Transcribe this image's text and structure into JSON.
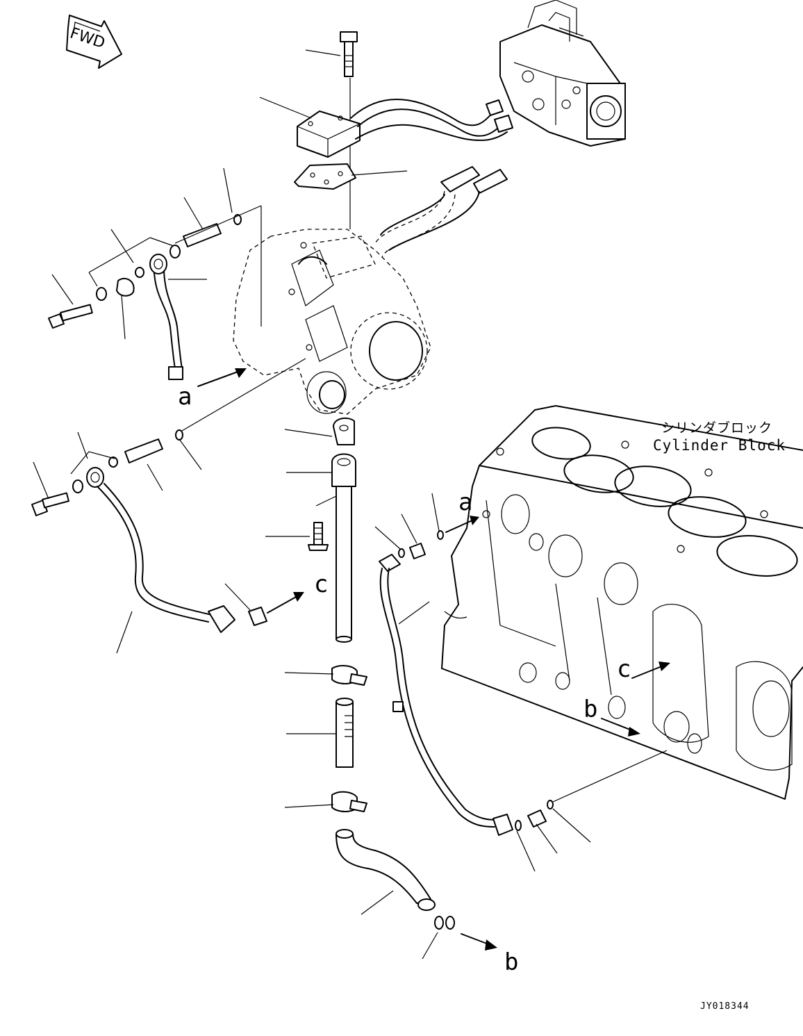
{
  "fwd_badge": {
    "text": "FWD",
    "icon": "forward-arrow-icon"
  },
  "cylinder_block": {
    "label_ja": "シリンダブロック",
    "label_en": "Cylinder Block"
  },
  "connection_markers": {
    "a_left": "a",
    "a_right": "a",
    "b_right": "b",
    "b_bottom": "b",
    "c_center": "c",
    "c_right": "c"
  },
  "drawing_code": "JY018344"
}
